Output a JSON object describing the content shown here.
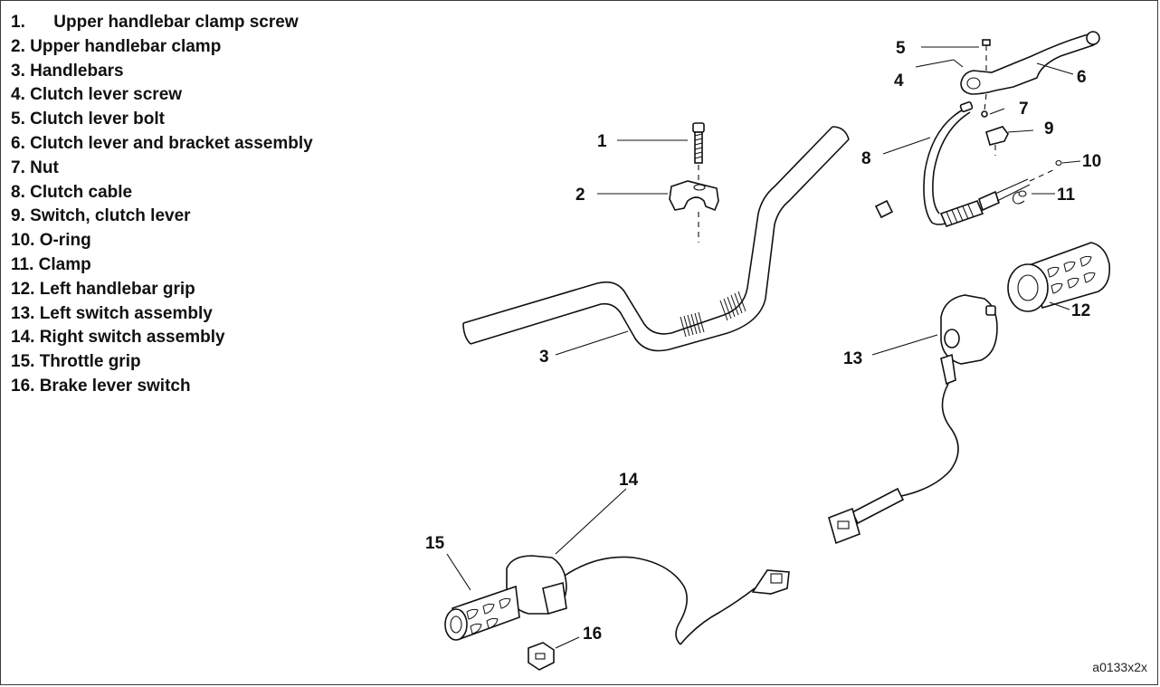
{
  "legend": [
    {
      "number": "1.",
      "label": "Upper handlebar clamp screw"
    },
    {
      "number": "2.",
      "label": "Upper handlebar clamp"
    },
    {
      "number": "3.",
      "label": "Handlebars"
    },
    {
      "number": "4.",
      "label": "Clutch lever screw"
    },
    {
      "number": "5.",
      "label": "Clutch lever bolt"
    },
    {
      "number": "6.",
      "label": "Clutch lever and bracket assembly"
    },
    {
      "number": "7.",
      "label": "Nut"
    },
    {
      "number": "8.",
      "label": "Clutch cable"
    },
    {
      "number": "9.",
      "label": "Switch, clutch lever"
    },
    {
      "number": "10.",
      "label": "O-ring"
    },
    {
      "number": "11.",
      "label": "Clamp"
    },
    {
      "number": "12.",
      "label": "Left handlebar grip"
    },
    {
      "number": "13.",
      "label": "Left switch assembly"
    },
    {
      "number": "14.",
      "label": "Right switch assembly"
    },
    {
      "number": "15.",
      "label": "Throttle grip"
    },
    {
      "number": "16.",
      "label": "Brake lever switch"
    }
  ],
  "callouts": [
    "1",
    "2",
    "3",
    "4",
    "5",
    "6",
    "7",
    "8",
    "9",
    "10",
    "11",
    "12",
    "13",
    "14",
    "15",
    "16"
  ],
  "figure_ref": "a0133x2x"
}
